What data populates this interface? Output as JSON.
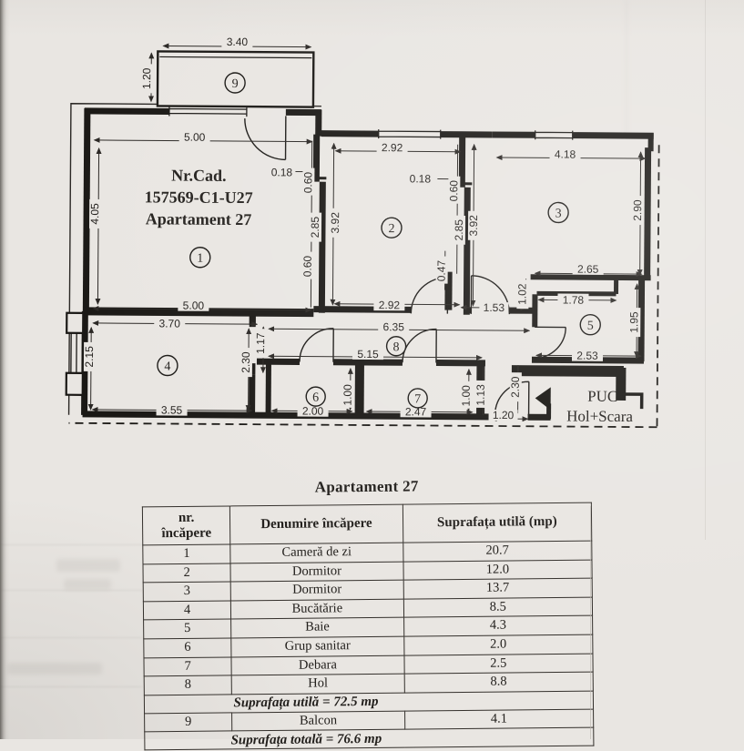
{
  "plan": {
    "cad": {
      "l1": "Nr.Cad.",
      "l2": "157569-C1-U27",
      "l3": "Apartament 27"
    },
    "rooms": {
      "n1": "1",
      "n2": "2",
      "n3": "3",
      "n4": "4",
      "n5": "5",
      "n6": "6",
      "n7": "7",
      "n8": "8",
      "n9": "9"
    },
    "stair": {
      "l1": "PUC",
      "l2": "Hol+Scara"
    },
    "dims": {
      "balcony_w": "3.40",
      "balcony_d": "1.20",
      "r1_top": "5.00",
      "r1_left": "4.05",
      "w12_a": "0.18",
      "w12_b": "0.60",
      "w12_c": "2.85",
      "w12_d": "0.60",
      "r2_left": "3.92",
      "r2_top": "2.92",
      "w23_a": "0.18",
      "w23_b": "0.60",
      "w23_c": "2.85",
      "r3_left": "3.92",
      "r3_top": "4.18",
      "r3_right": "2.90",
      "r2_bottom": "2.92",
      "r2_door": "0.47",
      "pass_a": "1.53",
      "pass_b": "1.02",
      "r3_bottom": "2.65",
      "r5_top": "1.78",
      "r5_right": "1.95",
      "r5_bottom": "2.53",
      "r1_bottom": "5.00",
      "r4_top": "3.70",
      "r4_left": "2.15",
      "r4_right": "2.30",
      "r4_door": "1.17",
      "r4_bottom": "3.55",
      "hol_top": "6.35",
      "hol_bottom": "5.15",
      "r6_w": "2.00",
      "r6_h": "1.00",
      "r7_w": "2.47",
      "r7_h": "1.00",
      "pass_c": "1.13",
      "entry_h": "2.30",
      "entry_w": "1.20"
    }
  },
  "table": {
    "title": "Apartament 27",
    "headers": {
      "col1a": "nr.",
      "col1b": "încăpere",
      "col2": "Denumire încăpere",
      "col3": "Suprafața utilă (mp)"
    },
    "rows": [
      {
        "no": "1",
        "name": "Cameră de zi",
        "area": "20.7"
      },
      {
        "no": "2",
        "name": "Dormitor",
        "area": "12.0"
      },
      {
        "no": "3",
        "name": "Dormitor",
        "area": "13.7"
      },
      {
        "no": "4",
        "name": "Bucătărie",
        "area": "8.5"
      },
      {
        "no": "5",
        "name": "Baie",
        "area": "4.3"
      },
      {
        "no": "6",
        "name": "Grup sanitar",
        "area": "2.0"
      },
      {
        "no": "7",
        "name": "Debara",
        "area": "2.5"
      },
      {
        "no": "8",
        "name": "Hol",
        "area": "8.8"
      }
    ],
    "subtotal": "Suprafața utilă = 72.5 mp",
    "balcony_row": {
      "no": "9",
      "name": "Balcon",
      "area": "4.1"
    },
    "total": "Suprafața totală = 76.6 mp"
  },
  "colors": {
    "paper": "#e9e6e2",
    "ink": "#1a1815"
  }
}
